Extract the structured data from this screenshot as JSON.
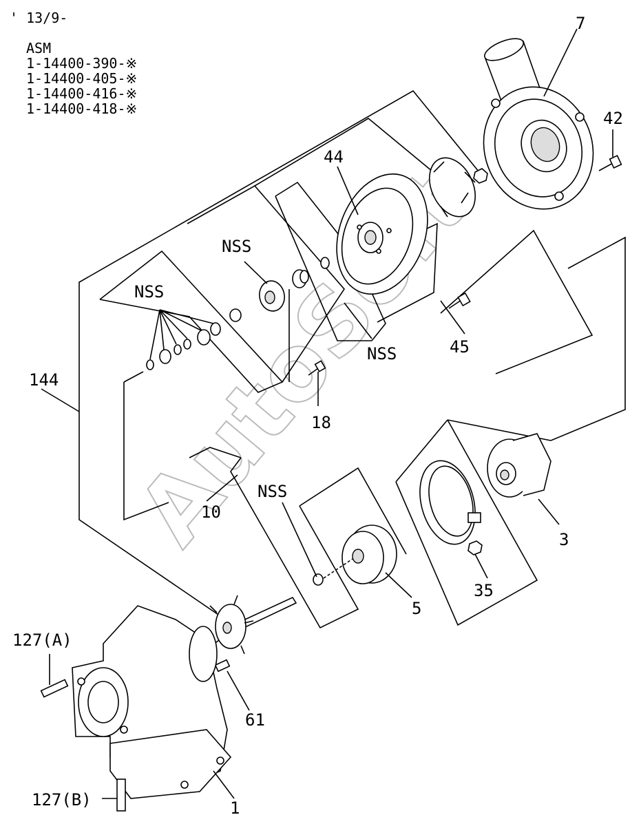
{
  "header": {
    "page_ref": "' 13/9-",
    "asm_label": "ASM",
    "part_numbers": [
      "1-14400-390-※",
      "1-14400-405-※",
      "1-14400-416-※",
      "1-14400-418-※"
    ]
  },
  "callouts": {
    "c7": "7",
    "c42": "42",
    "c44": "44",
    "c45": "45",
    "c18": "18",
    "c144": "144",
    "c10": "10",
    "c3": "3",
    "c5": "5",
    "c35": "35",
    "c61": "61",
    "c1": "1",
    "c127a": "127(A)",
    "c127b": "127(B)",
    "nss1": "NSS",
    "nss2": "NSS",
    "nss3": "NSS",
    "nss4": "NSS"
  },
  "watermark": "AutoSoft"
}
